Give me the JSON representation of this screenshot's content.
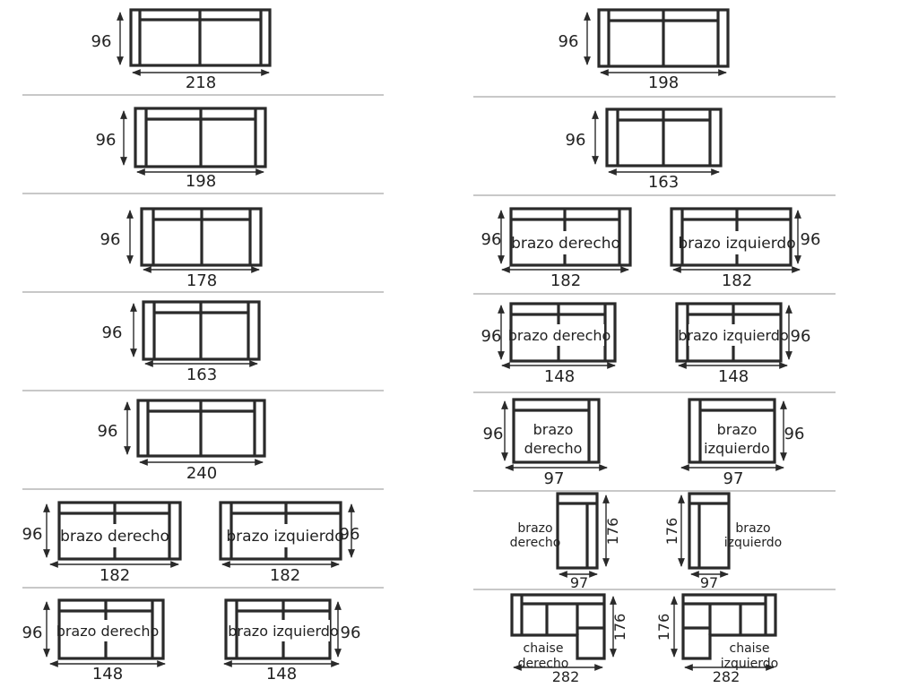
{
  "colors": {
    "ink": "#2a2a2a",
    "separator": "#b5b5b5",
    "background": "#ffffff"
  },
  "labels": {
    "right_arm": "brazo derecho",
    "left_arm": "brazo izquierdo",
    "brazo": "brazo",
    "derecho": "derecho",
    "izquierdo": "izquierdo",
    "chaise": "chaise"
  },
  "left_column": [
    {
      "width": "218",
      "depth": "96"
    },
    {
      "width": "198",
      "depth": "96"
    },
    {
      "width": "178",
      "depth": "96"
    },
    {
      "width": "163",
      "depth": "96"
    },
    {
      "width": "240",
      "depth": "96"
    },
    {
      "right_arm": {
        "width": "182",
        "depth": "96"
      },
      "left_arm": {
        "width": "182",
        "depth": "96"
      }
    },
    {
      "right_arm": {
        "width": "148",
        "depth": "96"
      },
      "left_arm": {
        "width": "148",
        "depth": "96"
      }
    }
  ],
  "right_column": [
    {
      "width": "198",
      "depth": "96"
    },
    {
      "width": "163",
      "depth": "96"
    },
    {
      "right_arm": {
        "width": "182",
        "depth": "96"
      },
      "left_arm": {
        "width": "182",
        "depth": "96"
      }
    },
    {
      "right_arm": {
        "width": "148",
        "depth": "96"
      },
      "left_arm": {
        "width": "148",
        "depth": "96"
      }
    },
    {
      "right_arm": {
        "width": "97",
        "depth": "96"
      },
      "left_arm": {
        "width": "97",
        "depth": "96"
      }
    },
    {
      "right_arm": {
        "width": "97",
        "depth": "176"
      },
      "left_arm": {
        "width": "97",
        "depth": "176"
      }
    },
    {
      "right_chaise": {
        "width": "282",
        "depth": "176"
      },
      "left_chaise": {
        "width": "282",
        "depth": "176"
      }
    }
  ]
}
